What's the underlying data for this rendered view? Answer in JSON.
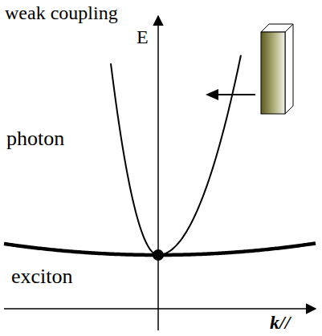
{
  "diagram": {
    "title": "weak coupling",
    "labels": [
      "E",
      "photon",
      "exciton",
      "k//"
    ]
  }
}
